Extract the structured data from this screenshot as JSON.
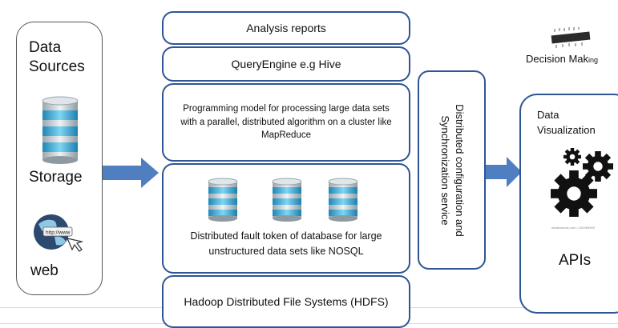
{
  "sources": {
    "title_line1": "Data",
    "title_line2": "Sources",
    "storage_label": "Storage",
    "web_label": "web",
    "web_screen_text": "http://www"
  },
  "stack": {
    "analysis_reports": "Analysis reports",
    "query_engine": "QueryEngine e.g Hive",
    "programming_model": "Programming model for processing large data sets with a parallel, distributed algorithm on a cluster like MapReduce",
    "nosql_text": "Distributed fault token of database for large unstructured data sets like NOSQL",
    "hdfs": "Hadoop Distributed File Systems (HDFS)"
  },
  "sync": {
    "text": "Distributed configuration and Synchronization service"
  },
  "right": {
    "decision_main": "Decision Mak",
    "decision_small": "ing",
    "viz_line1": "Data",
    "viz_line2": "Visualization",
    "apis": "APIs",
    "credit": "shutterstock.com • 220269999"
  },
  "colors": {
    "border": "#2f5597",
    "arrow": "#4f7fc0",
    "db_cyan": "#4bb7de",
    "db_gray": "#c9d3da"
  }
}
